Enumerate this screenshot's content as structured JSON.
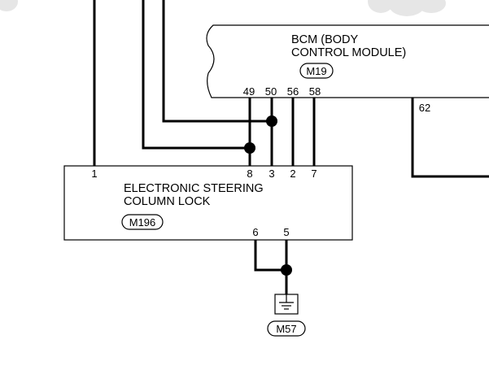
{
  "bcm": {
    "name_line1": "BCM (BODY",
    "name_line2": "CONTROL MODULE)",
    "connector": "M19",
    "pins": [
      "49",
      "50",
      "56",
      "58",
      "62"
    ]
  },
  "escl": {
    "name_line1": "ELECTRONIC STEERING",
    "name_line2": "COLUMN LOCK",
    "connector": "M196",
    "pins_top": [
      "1",
      "8",
      "3",
      "2",
      "7"
    ],
    "pins_bottom": [
      "6",
      "5"
    ]
  },
  "ground": {
    "connector": "M57",
    "symbol": "ground-icon"
  },
  "colors": {
    "wire": "#000000",
    "background": "#ffffff",
    "watermark": "#e3e3e3"
  }
}
